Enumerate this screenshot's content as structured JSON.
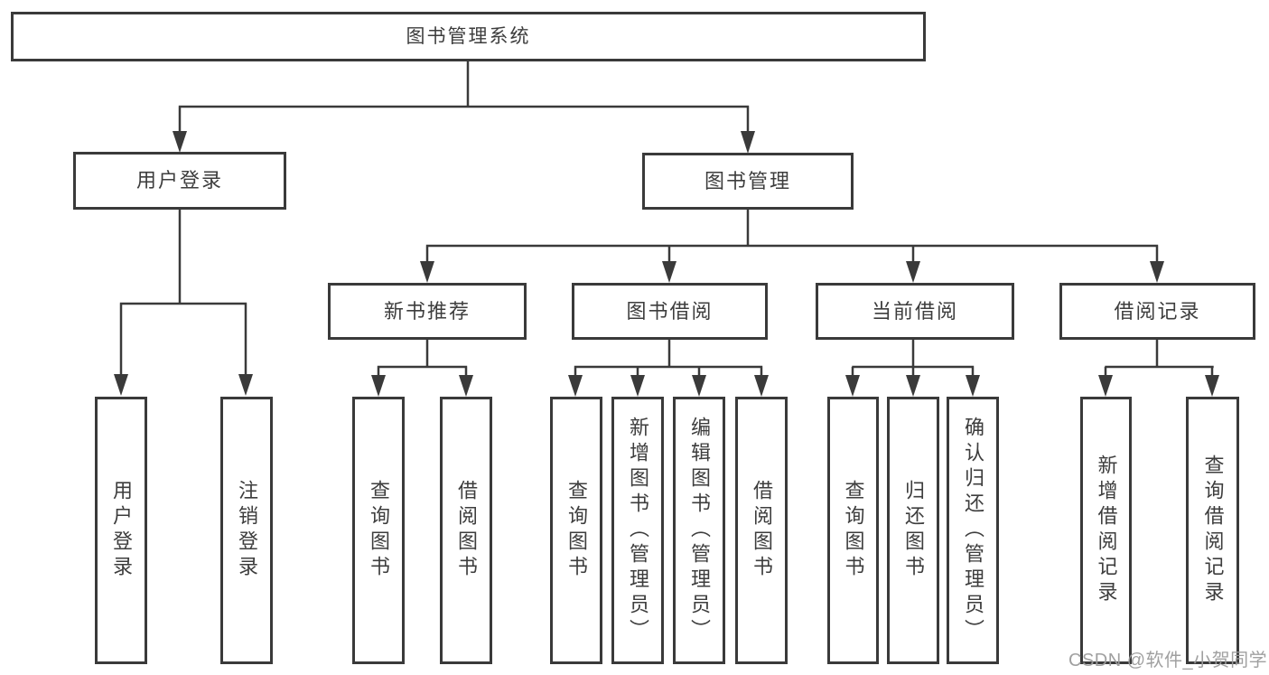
{
  "diagram": {
    "type": "tree",
    "root": {
      "label": "图书管理系统",
      "children": [
        {
          "label": "用户登录",
          "children": [
            {
              "label": "用户登录"
            },
            {
              "label": "注销登录"
            }
          ]
        },
        {
          "label": "图书管理",
          "children": [
            {
              "label": "新书推荐",
              "children": [
                {
                  "label": "查询图书"
                },
                {
                  "label": "借阅图书"
                }
              ]
            },
            {
              "label": "图书借阅",
              "children": [
                {
                  "label": "查询图书"
                },
                {
                  "label": "新增图书（管理员）"
                },
                {
                  "label": "编辑图书（管理员）"
                },
                {
                  "label": "借阅图书"
                }
              ]
            },
            {
              "label": "当前借阅",
              "children": [
                {
                  "label": "查询图书"
                },
                {
                  "label": "归还图书"
                },
                {
                  "label": "确认归还（管理员）"
                }
              ]
            },
            {
              "label": "借阅记录",
              "children": [
                {
                  "label": "新增借阅记录"
                },
                {
                  "label": "查询借阅记录"
                }
              ]
            }
          ]
        }
      ]
    }
  },
  "colors": {
    "line": "#3a3a3a",
    "box_border": "#3a3a3a",
    "box_fill": "#ffffff",
    "text": "#3d3d3d",
    "watermark": "#9b9b9b",
    "background": "#ffffff"
  },
  "watermark": {
    "text": "CSDN @软件_小贺同学"
  }
}
